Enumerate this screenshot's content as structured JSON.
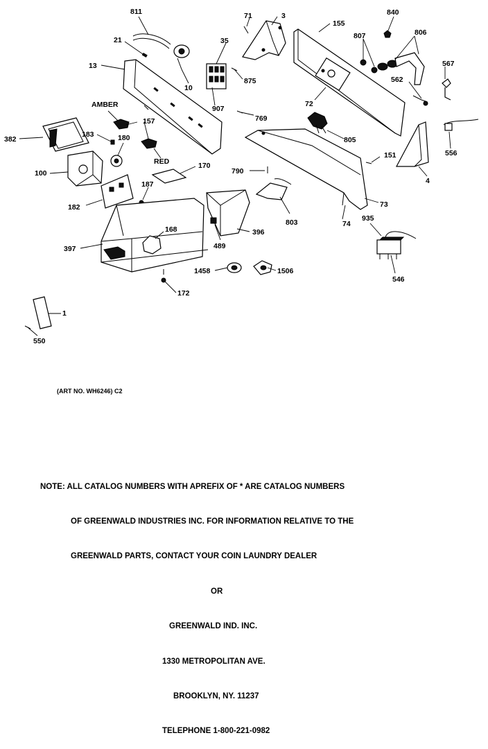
{
  "callouts": [
    "811",
    "71",
    "3",
    "840",
    "155",
    "807",
    "806",
    "21",
    "35",
    "10",
    "567",
    "13",
    "875",
    "562",
    "72",
    "907",
    "769",
    "AMBER",
    "157",
    "382",
    "183",
    "805",
    "180",
    "RED",
    "151",
    "556",
    "170",
    "790",
    "100",
    "4",
    "187",
    "73",
    "182",
    "803",
    "74",
    "935",
    "168",
    "396",
    "489",
    "397",
    "1458",
    "1506",
    "546",
    "172",
    "1",
    "550"
  ],
  "art_number": "(ART NO. WH6246) C2",
  "note_lines": [
    "NOTE: ALL CATALOG NUMBERS WITH APREFIX OF * ARE CATALOG NUMBERS",
    "OF GREENWALD INDUSTRIES INC. FOR INFORMATION RELATIVE TO THE",
    "GREENWALD PARTS, CONTACT YOUR COIN LAUNDRY DEALER",
    "OR",
    "GREENWALD IND. INC.",
    "1330 METROPOLITAN AVE.",
    "BROOKLYN, NY. 11237",
    "TELEPHONE 1-800-221-0982"
  ]
}
